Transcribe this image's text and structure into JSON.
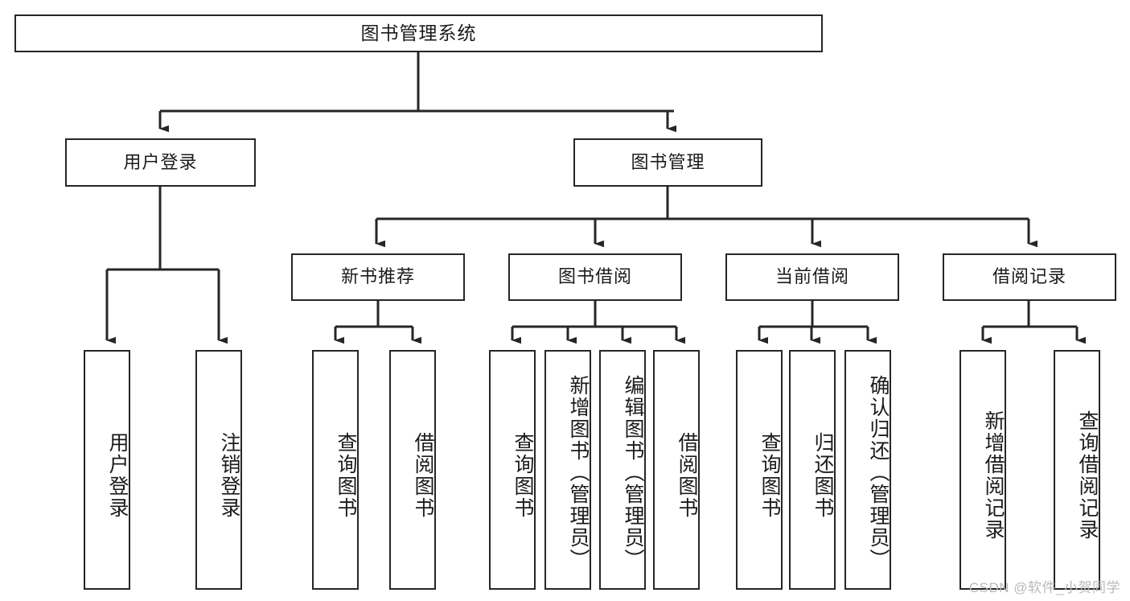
{
  "diagram": {
    "title": "图书管理系统",
    "type": "tree",
    "watermark": "CSDN @软件_小贺同学",
    "colors": {
      "stroke": "#262626",
      "fill": "#ffffff",
      "text": "#1b1b1b",
      "watermark": "#b9b9b9"
    },
    "nodes": {
      "root": "图书管理系统",
      "level1": [
        "用户登录",
        "图书管理"
      ],
      "level2": [
        "新书推荐",
        "图书借阅",
        "当前借阅",
        "借阅记录"
      ],
      "leaves": {
        "user_login": [
          "用户登录",
          "注销登录"
        ],
        "new_book_recommend": [
          "查询图书",
          "借阅图书"
        ],
        "book_borrow": [
          "查询图书",
          "新增图书（管理员）",
          "编辑图书（管理员）",
          "借阅图书"
        ],
        "current_borrow": [
          "查询图书",
          "归还图书",
          "确认归还（管理员）"
        ],
        "borrow_record": [
          "新增借阅记录",
          "查询借阅记录"
        ]
      }
    }
  }
}
